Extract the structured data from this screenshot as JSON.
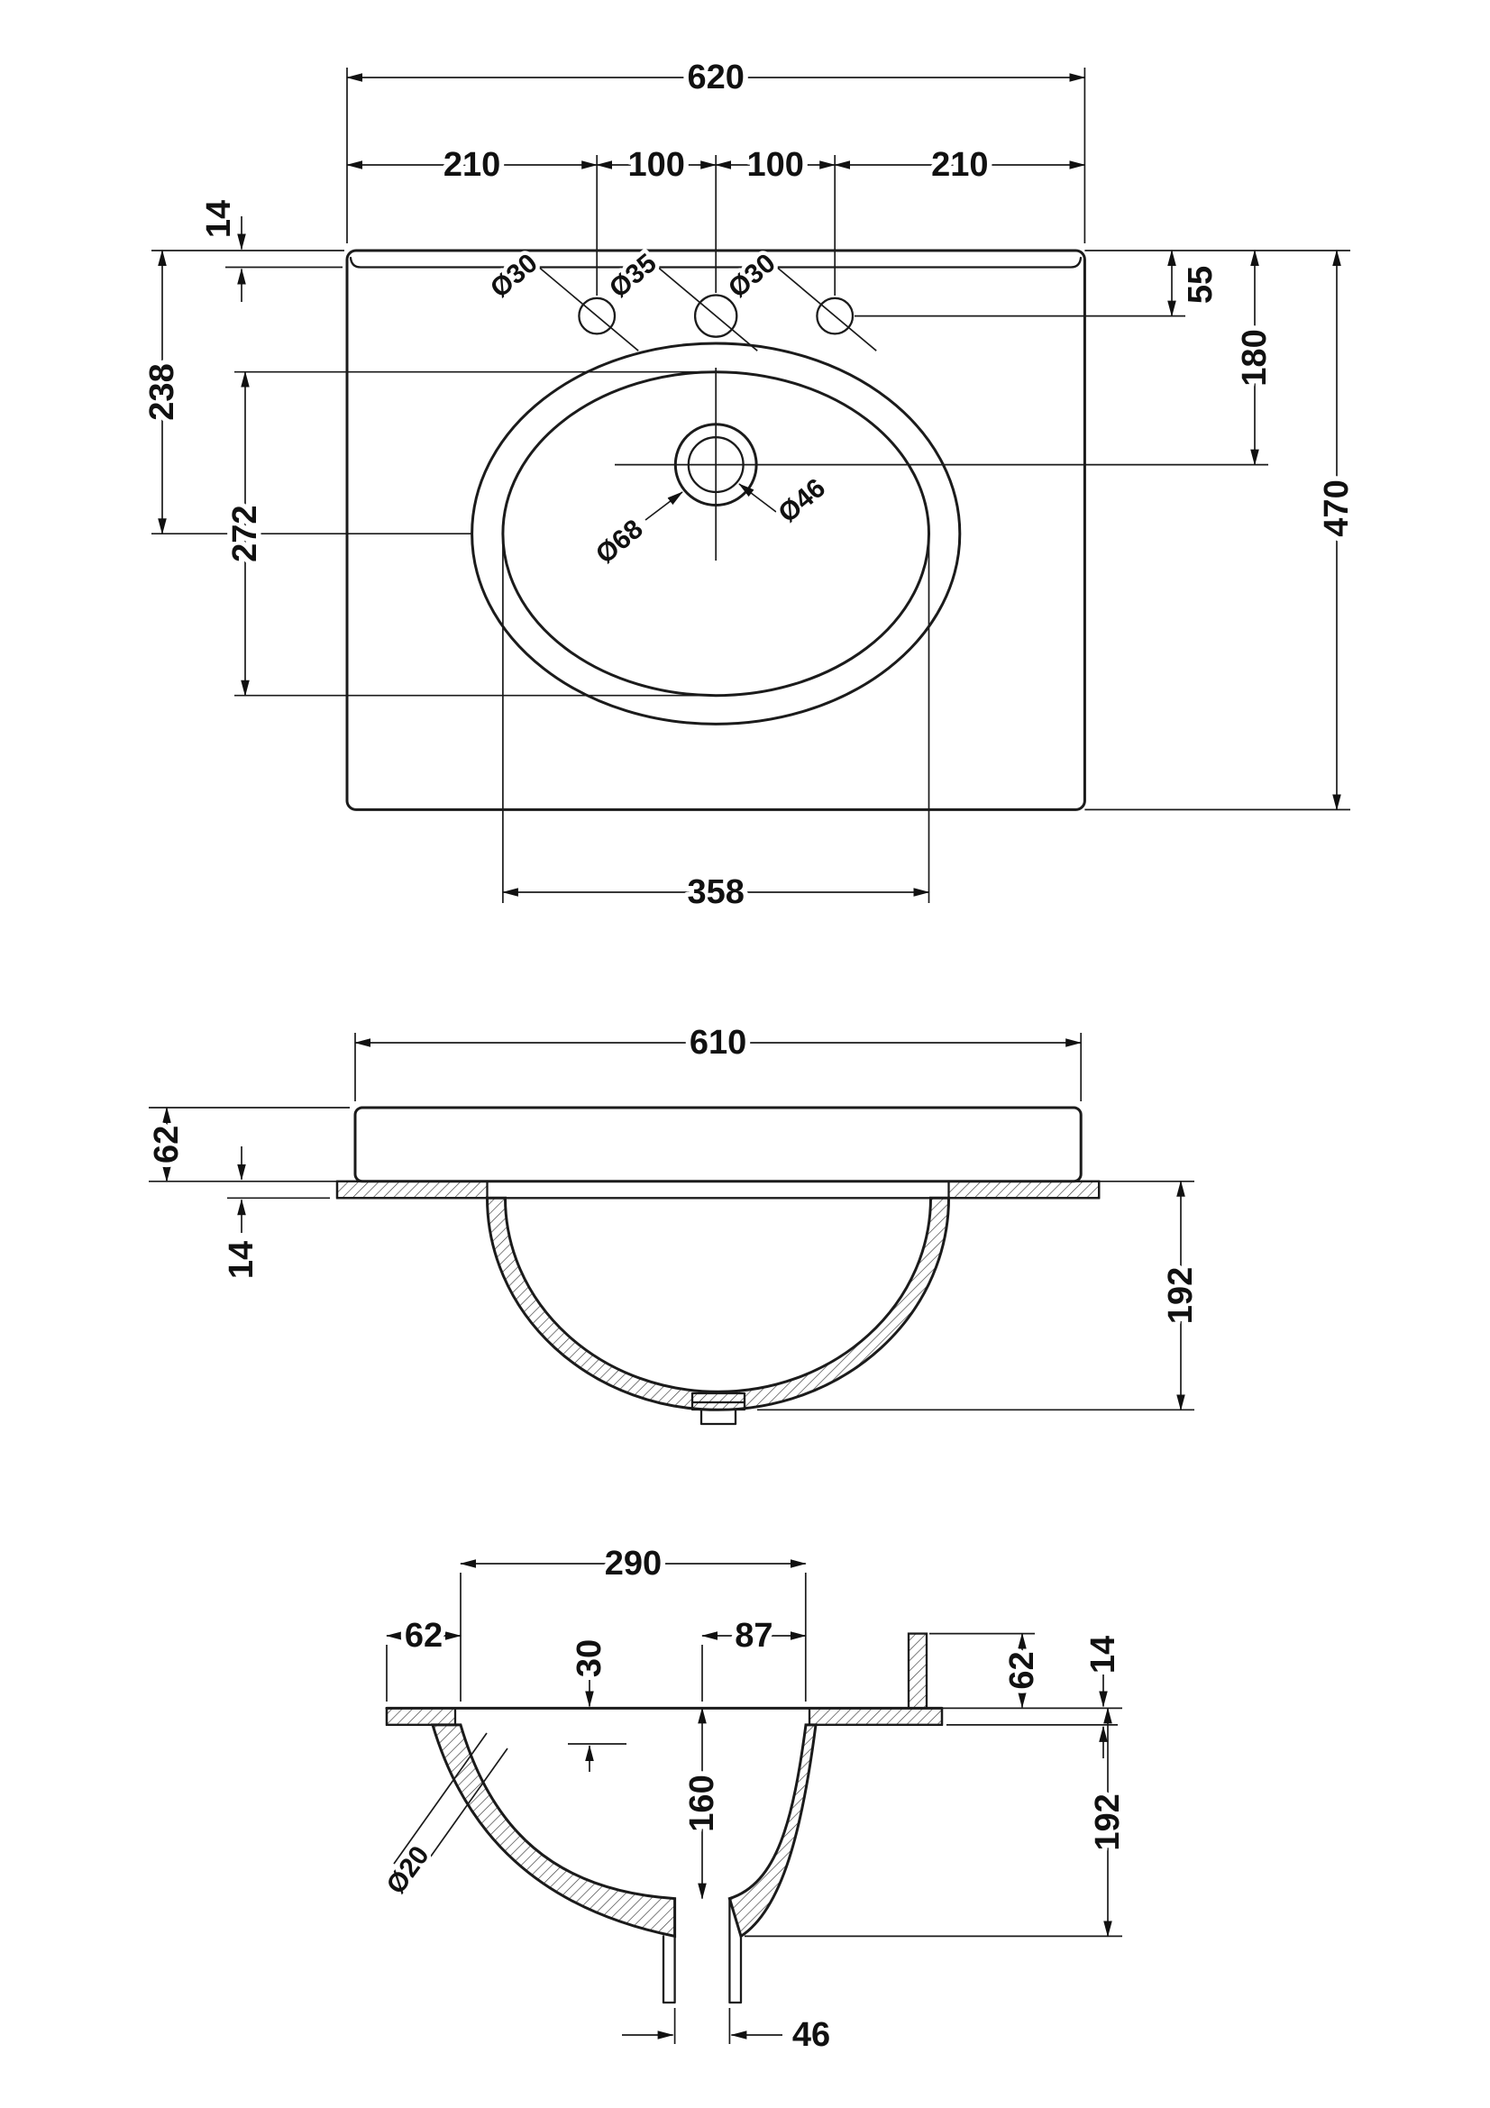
{
  "drawing": {
    "background": "#ffffff",
    "line_color": "#1b1b1b"
  },
  "plan": {
    "dims": {
      "overall_width": "620",
      "tap_spacing_left": "210",
      "tap_spacing_mid_left": "100",
      "tap_spacing_mid_right": "100",
      "tap_spacing_right": "210",
      "back_lip": "14",
      "bowl_centre_from_back": "238",
      "bowl_length": "272",
      "taps_from_back": "55",
      "waste_from_back": "180",
      "overall_depth": "470",
      "bowl_width": "358"
    },
    "labels": {
      "tap_left": "Ø30",
      "tap_centre": "Ø35",
      "tap_right": "Ø30",
      "waste_outer": "Ø68",
      "waste_inner": "Ø46"
    }
  },
  "front": {
    "dims": {
      "width": "610",
      "top_thickness": "62",
      "rim_lip": "14",
      "bowl_depth": "192"
    }
  },
  "side": {
    "dims": {
      "bowl_opening": "290",
      "front_edge": "62",
      "waste_to_back": "87",
      "recess_depth": "30",
      "back_upstand": "62",
      "back_lip": "14",
      "bowl_inner_depth": "160",
      "overall_depth": "192",
      "waste_opening": "46"
    },
    "labels": {
      "overflow": "Ø20"
    }
  }
}
